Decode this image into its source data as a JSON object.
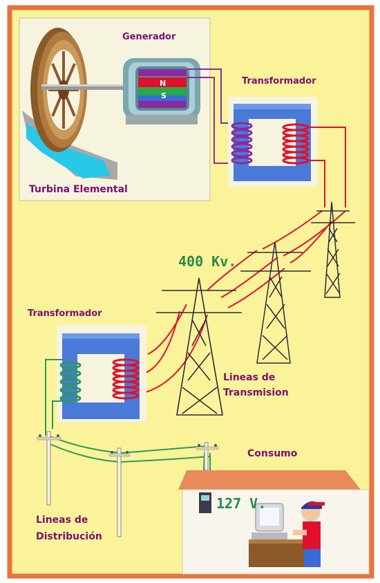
{
  "labels": {
    "generator": "Generador",
    "transformer_top": "Transformador",
    "turbine": "Turbina Elemental",
    "voltage_transmission": "400 Kv.",
    "transformer_bottom": "Transformador",
    "transmission_lines_1": "Lineas de",
    "transmission_lines_2": "Transmision",
    "consumption": "Consumo",
    "voltage_home": "127 V.",
    "distribution_lines_1": "Lineas de",
    "distribution_lines_2": "Distribución",
    "magnet_north": "N",
    "magnet_south": "S"
  },
  "colors": {
    "frame_border": "#e8743b",
    "background": "#fbf39a",
    "label_text": "#7a1070",
    "voltage_text": "#2a8a4a",
    "high_voltage_wire": "#e0102a",
    "generator_wire": "#8a2aa0",
    "low_voltage_wire": "#2a9a5a",
    "transformer_core": "#4a7ad8",
    "water": "#28c8e8"
  }
}
